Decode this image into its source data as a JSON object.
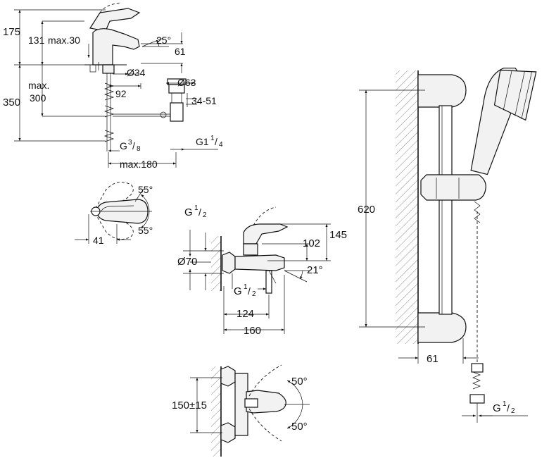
{
  "basin_mixer": {
    "dims": {
      "d175": "175",
      "d131": "131",
      "max30": "max.30",
      "a25": "25°",
      "d61": "61",
      "dia34": "Ø34",
      "dia63": "Ø63",
      "max": "max.",
      "d300": "300",
      "d350": "350",
      "d92": "92",
      "d3451": "34-51",
      "g38_base": "G",
      "g38_num": "3",
      "g38_den": "8",
      "g114_base": "G1",
      "g114_num": "1",
      "g114_den": "4",
      "max180": "max.180"
    }
  },
  "lever_view": {
    "dims": {
      "a55_top": "55°",
      "a55_bottom": "55°",
      "d41": "41"
    }
  },
  "bath_mixer": {
    "dims": {
      "g12_top_base": "G",
      "g12_top_num": "1",
      "g12_top_den": "2",
      "d145": "145",
      "d102": "102",
      "dia70": "Ø70",
      "a21": "21°",
      "g12_bottom_base": "G",
      "g12_bottom_num": "1",
      "g12_bottom_den": "2",
      "d124": "124",
      "d160": "160"
    }
  },
  "wall_mixer": {
    "dims": {
      "d150": "150±15",
      "a50_top": "50°",
      "a50_bottom": "50°"
    }
  },
  "shower_rail": {
    "dims": {
      "d620": "620",
      "d61": "61",
      "g12_base": "G",
      "g12_num": "1",
      "g12_den": "2"
    }
  }
}
